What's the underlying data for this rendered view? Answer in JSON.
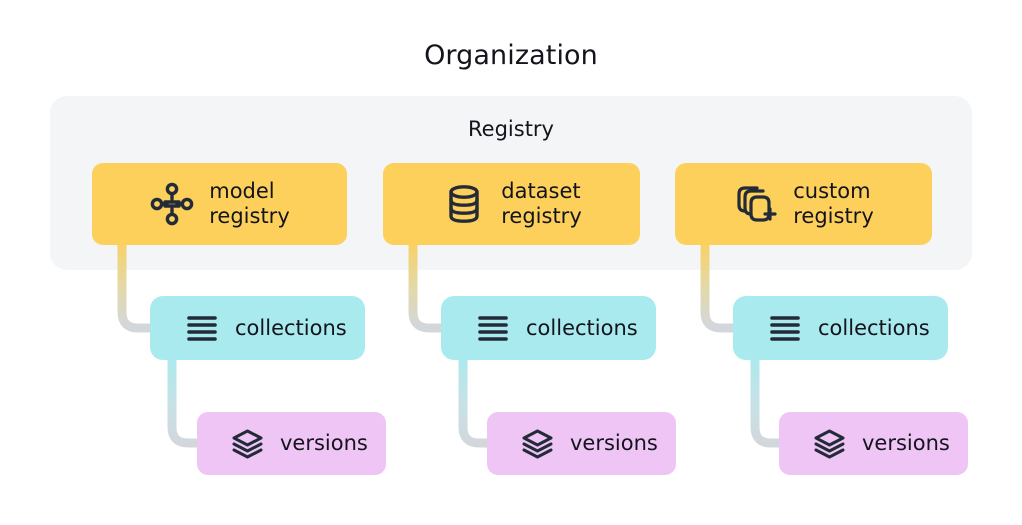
{
  "diagram": {
    "org_title": "Organization",
    "registry_title": "Registry",
    "colors": {
      "background": "#ffffff",
      "panel": "#f4f5f7",
      "registry_card": "#fcd05a",
      "collections_card": "#a8eaee",
      "versions_card": "#efc5f5",
      "icon": "#232b38",
      "text": "#14141c",
      "connector_gray": "#d3d7dc"
    },
    "columns": [
      {
        "registry": {
          "label": "model\nregistry",
          "icon": "model-graph-icon"
        },
        "collections": {
          "label": "collections",
          "icon": "list-lines-icon"
        },
        "versions": {
          "label": "versions",
          "icon": "layers-stack-icon"
        }
      },
      {
        "registry": {
          "label": "dataset\nregistry",
          "icon": "database-cylinder-icon"
        },
        "collections": {
          "label": "collections",
          "icon": "list-lines-icon"
        },
        "versions": {
          "label": "versions",
          "icon": "layers-stack-icon"
        }
      },
      {
        "registry": {
          "label": "custom\nregistry",
          "icon": "stacked-squares-plus-icon"
        },
        "collections": {
          "label": "collections",
          "icon": "list-lines-icon"
        },
        "versions": {
          "label": "versions",
          "icon": "layers-stack-icon"
        }
      }
    ]
  }
}
